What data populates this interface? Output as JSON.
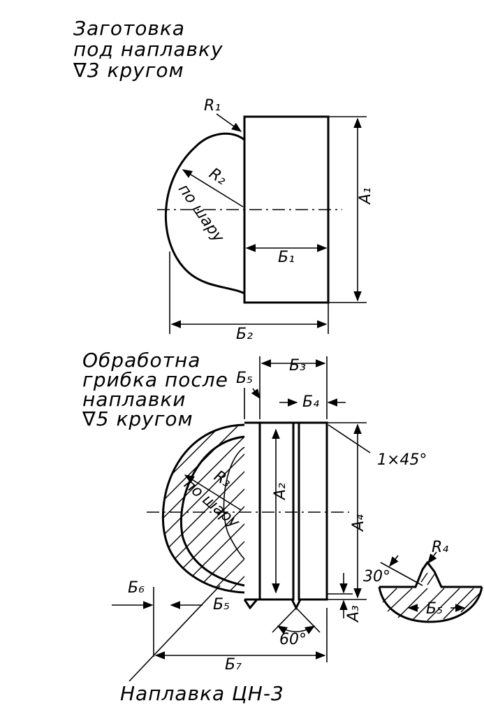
{
  "top_block": {
    "title_lines": [
      "Заготовка",
      "под наплавку",
      "∇3 кругом"
    ],
    "labels": {
      "r1": "R₁",
      "r2": "R₂",
      "sphere": "по шару",
      "a1": "A₁",
      "b1": "Б₁",
      "b2": "Б₂"
    }
  },
  "bottom_block": {
    "title_lines": [
      "Обработна",
      "грибка после",
      "наплавки",
      "∇5 кругом"
    ],
    "labels": {
      "b3": "Б₃",
      "b4": "Б₄",
      "b5_top": "Б₅",
      "chamfer": "1×45°",
      "r3": "R₃",
      "sphere": "по шару",
      "a2": "A₂",
      "a4": "A₄",
      "a3": "A₃",
      "b6": "Б₆",
      "b5_bottom": "Б₅",
      "angle60": "60°",
      "b7": "Б₇",
      "note": "Наплавка ЦН-3"
    }
  },
  "detail": {
    "labels": {
      "angle30": "30°",
      "r4": "R₄",
      "b5": "Б₅"
    }
  }
}
